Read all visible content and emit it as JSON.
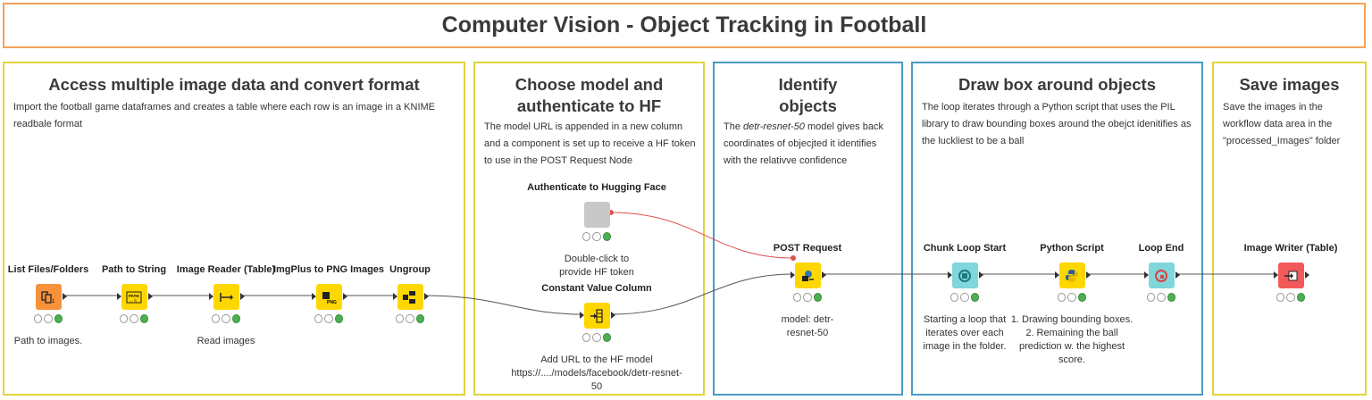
{
  "workflow_title": "Computer Vision - Object Tracking in Football",
  "sections": [
    {
      "title": "Access multiple image data and convert format",
      "description": "Import the football game dataframes and creates a table where each row is an image in a KNIME readbale format"
    },
    {
      "title_lines": [
        "Choose model and",
        "authenticate to HF"
      ],
      "description": "The model URL is appended in a new column and a component is set up to receive a HF token to use in the POST Request Node"
    },
    {
      "title_lines": [
        "Identify",
        "objects"
      ],
      "description_em": "detr-resnet-50",
      "description_rest": " model gives back coordinates of objecjted it identifies with the relativve confidence",
      "description_prefix": "The "
    },
    {
      "title": "Draw box around objects",
      "description": "The loop iterates through a Python script that uses the PIL library to draw bounding boxes around the obejct idenitifies as the luckliest to be a ball"
    },
    {
      "title": "Save images",
      "description": "Save the images in the workflow data area in the \"processed_Images\" folder"
    }
  ],
  "nodes": [
    {
      "label": "List Files/Folders",
      "note": "Path to images.",
      "color": "#f7923a",
      "icon": "files-icon",
      "status": [
        "idle",
        "idle",
        "ok"
      ]
    },
    {
      "label": "Path to String",
      "note": "",
      "color": "#ffd700",
      "icon": "path-icon",
      "status": [
        "idle",
        "idle",
        "ok"
      ]
    },
    {
      "label": "Image Reader (Table)",
      "note": "Read images",
      "color": "#ffd700",
      "icon": "image-reader-icon",
      "status": [
        "idle",
        "idle",
        "ok"
      ]
    },
    {
      "label": "ImgPlus to PNG Images",
      "note": "",
      "color": "#ffd700",
      "icon": "png-icon",
      "status": [
        "idle",
        "idle",
        "ok"
      ]
    },
    {
      "label": "Ungroup",
      "note": "",
      "color": "#ffd700",
      "icon": "ungroup-icon",
      "status": [
        "idle",
        "idle",
        "ok"
      ]
    },
    {
      "label": "Authenticate to Hugging Face",
      "note": "Double-click to provide HF token",
      "color": "#c8c8c8",
      "icon": "component-icon",
      "status": [
        "idle",
        "idle",
        "ok"
      ]
    },
    {
      "label": "Constant Value Column",
      "note": "Add URL to the HF model https://..../models/facebook/detr-resnet-50",
      "color": "#ffd700",
      "icon": "constant-column-icon",
      "status": [
        "idle",
        "idle",
        "ok"
      ]
    },
    {
      "label": "POST Request",
      "note": "model: detr-resnet-50",
      "color": "#ffd700",
      "icon": "post-request-icon",
      "status": [
        "idle",
        "idle",
        "ok"
      ]
    },
    {
      "label": "Chunk Loop Start",
      "note": "Starting a loop that iterates over each image in the folder.",
      "color": "#7fd6db",
      "icon": "loop-start-icon",
      "status": [
        "idle",
        "idle",
        "ok"
      ]
    },
    {
      "label": "Python Script",
      "note": "1. Drawing bounding boxes.\n2. Remaining the ball prediction w. the highest score.",
      "color": "#ffd700",
      "icon": "python-icon",
      "status": [
        "idle",
        "idle",
        "ok"
      ]
    },
    {
      "label": "Loop End",
      "note": "",
      "color": "#7fd6db",
      "icon": "loop-end-icon",
      "status": [
        "idle",
        "idle",
        "ok"
      ]
    },
    {
      "label": "Image Writer (Table)",
      "note": "",
      "color": "#f25a5a",
      "icon": "image-writer-icon",
      "status": [
        "idle",
        "idle",
        "ok"
      ]
    }
  ],
  "colors": {
    "annotation_title_border": "#f5a25a",
    "annotation_yellow": "#e2d33a",
    "annotation_blue": "#4a9ac4",
    "variable_connection": "#e05050",
    "data_connection": "#555555"
  }
}
